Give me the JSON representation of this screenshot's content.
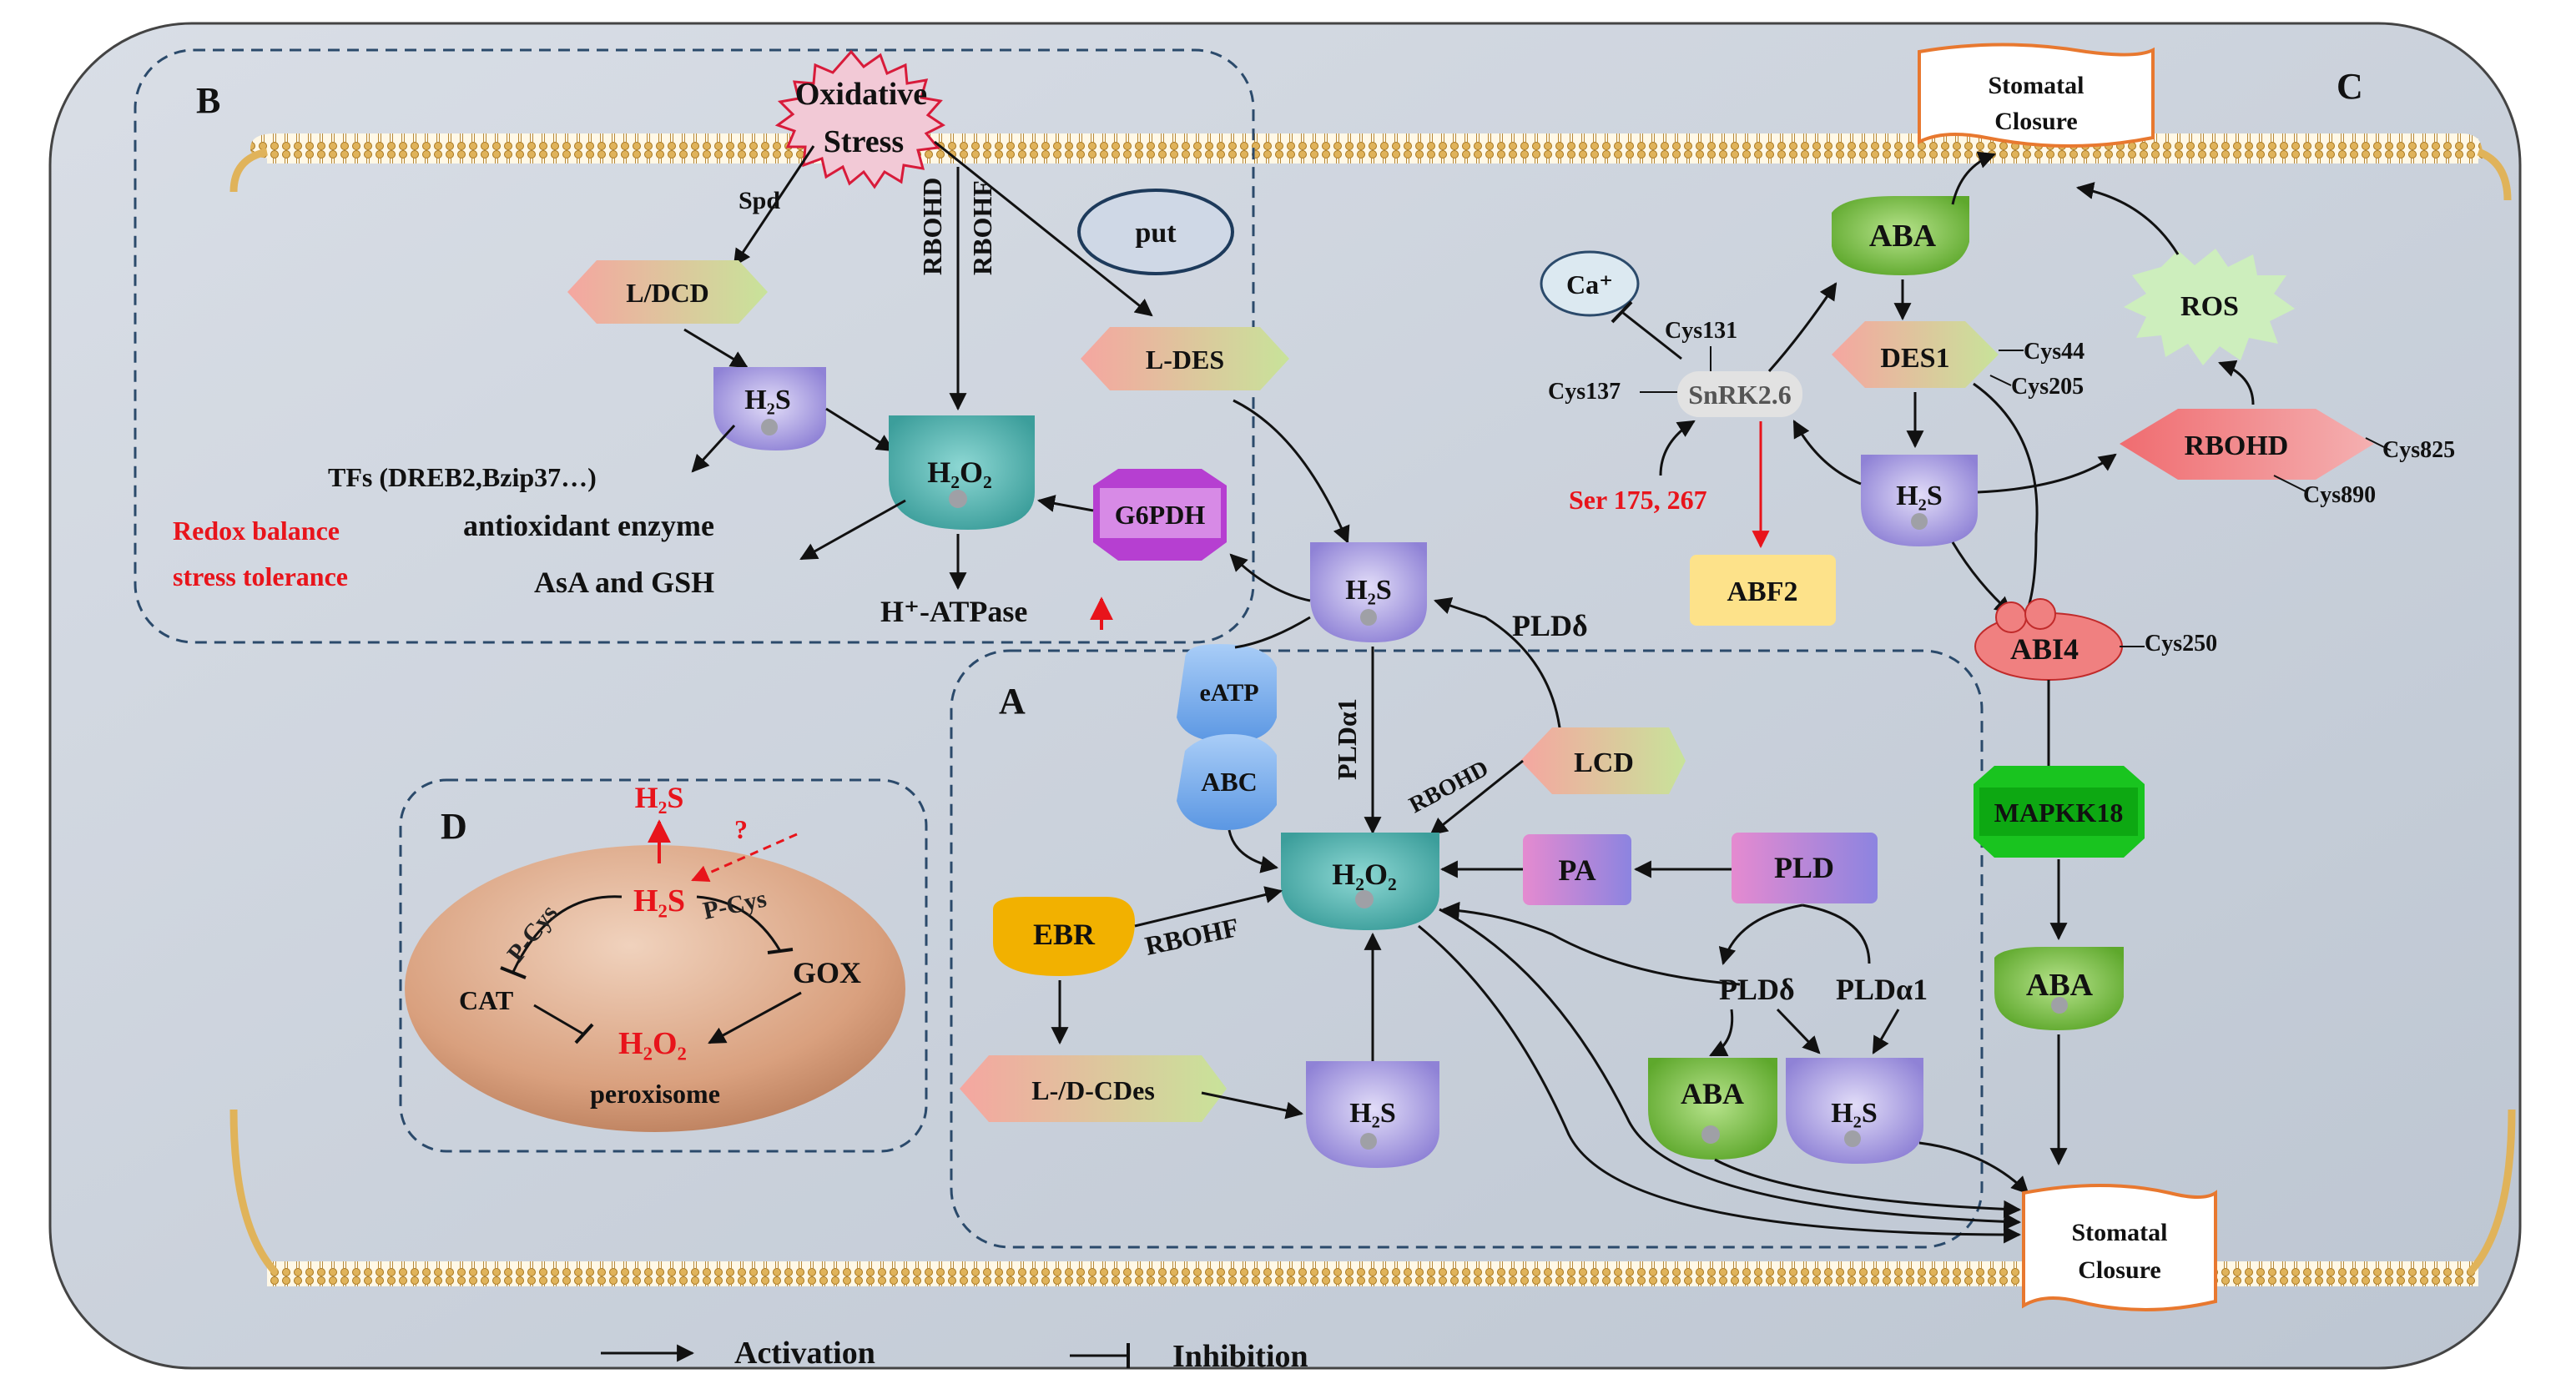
{
  "panels": {
    "a": "A",
    "b": "B",
    "c": "C",
    "d": "D"
  },
  "panel_b": {
    "oxidative_stress": [
      "Oxidative",
      "Stress"
    ],
    "spd": "Spd",
    "ldcd": "L/DCD",
    "rbohd": "RBOHD",
    "rbohf": "RBOHF",
    "put": "put",
    "l_des": "L-DES",
    "tfs": "TFs (DREB2,Bzip37…)",
    "antioxidant_enzyme": "antioxidant enzyme",
    "asa_gsh": "AsA and GSH",
    "redox_balance": "Redox balance",
    "stress_tolerance": "stress tolerance",
    "g6pdh": "G6PDH",
    "h_atpase": "H⁺-ATPase"
  },
  "panel_a": {
    "pld_delta": "PLDδ",
    "pld_alpha1": "PLDα1",
    "eatp": "eATP",
    "abc": "ABC",
    "lcd": "LCD",
    "rbohd": "RBOHD",
    "pa": "PA",
    "pld": "PLD",
    "ebr": "EBR",
    "rbohf": "RBOHF",
    "pld_delta_2": "PLDδ",
    "pld_alpha1_2": "PLDα1",
    "l_d_cdes": "L-/D-CDes",
    "aba": "ABA"
  },
  "panel_c": {
    "stomatal_closure_top": [
      "Stomatal",
      "Closure"
    ],
    "aba_top": "ABA",
    "ca": "Ca⁺",
    "cys131": "Cys131",
    "cys137": "Cys137",
    "snrk": "SnRK2.6",
    "des1": "DES1",
    "cys44": "Cys44",
    "cys205": "Cys205",
    "ros": "ROS",
    "rbohd": "RBOHD",
    "cys825": "Cys825",
    "cys890": "Cys890",
    "ser": "Ser 175, 267",
    "abf2": "ABF2",
    "abi4": "ABI4",
    "cys250": "Cys250",
    "mapkk18": "MAPKK18",
    "aba_bottom": "ABA",
    "stomatal_closure_bottom": [
      "Stomatal",
      "Closure"
    ]
  },
  "panel_d": {
    "h2s_out": "H₂S",
    "question": "?",
    "p_cys_left": "P-Cys",
    "p_cys_right": "P-Cys",
    "cat": "CAT",
    "gox": "GOX",
    "peroxisome": "peroxisome"
  },
  "species": {
    "h2s": "H₂S",
    "h2o2": "H₂O₂"
  },
  "legend": {
    "activation": "Activation",
    "inhibition": "Inhibition"
  },
  "colors": {
    "cell_background": "#c9d1dc",
    "red_label": "#e8141b",
    "h2s_node": "#a99de2",
    "h2o2_node": "#4fb7b4",
    "aba_node": "#7bc33f",
    "ldes_node": "#f3b49a",
    "g6pdh_node": "#b63fd1",
    "eatp_node": "#5c9ee8",
    "pa_node": "#d17bb5",
    "ebr_node": "#f2b100",
    "abf2_node": "#fde28a",
    "rbohd_node": "#ee5c60",
    "mapkk_node": "#19c41f",
    "ros_node": "#cdeebd",
    "peroxisome": "#d9a07e"
  }
}
